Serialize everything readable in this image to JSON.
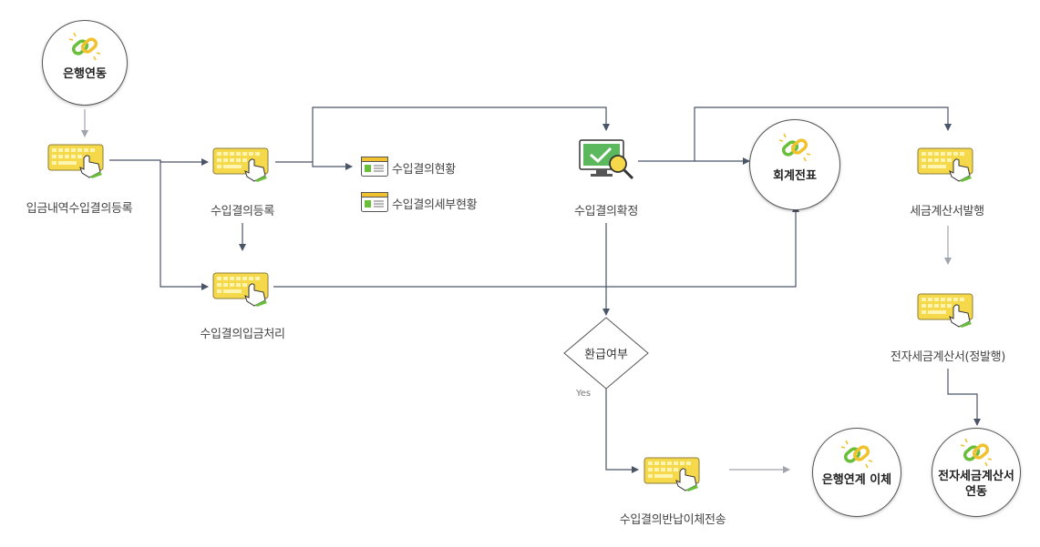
{
  "colors": {
    "line": "#4a5568",
    "line_light": "#a0a4ad",
    "keyboard_fill": "#f5d94a",
    "keyboard_border": "#9a8a3a",
    "link_green": "#6abf3a",
    "link_yellow": "#f2c12e",
    "monitor_green": "#5cb85c"
  },
  "nodes": {
    "bank_link": {
      "label": "은행연동",
      "icon": "chain-link-icon"
    },
    "deposit_register": {
      "label": "입금내역수입결의등록",
      "icon": "keyboard-hand-icon"
    },
    "income_register": {
      "label": "수입결의등록",
      "icon": "keyboard-hand-icon"
    },
    "income_status": {
      "label": "수입결의현황",
      "icon": "window-icon"
    },
    "income_detail_status": {
      "label": "수입결의세부현황",
      "icon": "window-icon"
    },
    "income_deposit_process": {
      "label": "수입결의입금처리",
      "icon": "keyboard-hand-icon"
    },
    "income_confirm": {
      "label": "수입결의확정",
      "icon": "monitor-magnifier-icon"
    },
    "accounting_voucher": {
      "label": "회계전표",
      "icon": "chain-link-icon"
    },
    "tax_invoice_issue": {
      "label": "세금계산서발행",
      "icon": "keyboard-hand-icon"
    },
    "e_tax_invoice": {
      "label": "전자세금계산서(정발행)",
      "icon": "keyboard-hand-icon"
    },
    "refund_check": {
      "label": "환급여부",
      "yes_label": "Yes"
    },
    "refund_transfer": {
      "label": "수입결의반납이체전송",
      "icon": "keyboard-hand-icon"
    },
    "bank_transfer": {
      "label": "은행연계 이체",
      "icon": "chain-link-icon"
    },
    "e_tax_link": {
      "line1": "전자세금계산서",
      "line2": "연동",
      "icon": "chain-link-icon"
    }
  }
}
